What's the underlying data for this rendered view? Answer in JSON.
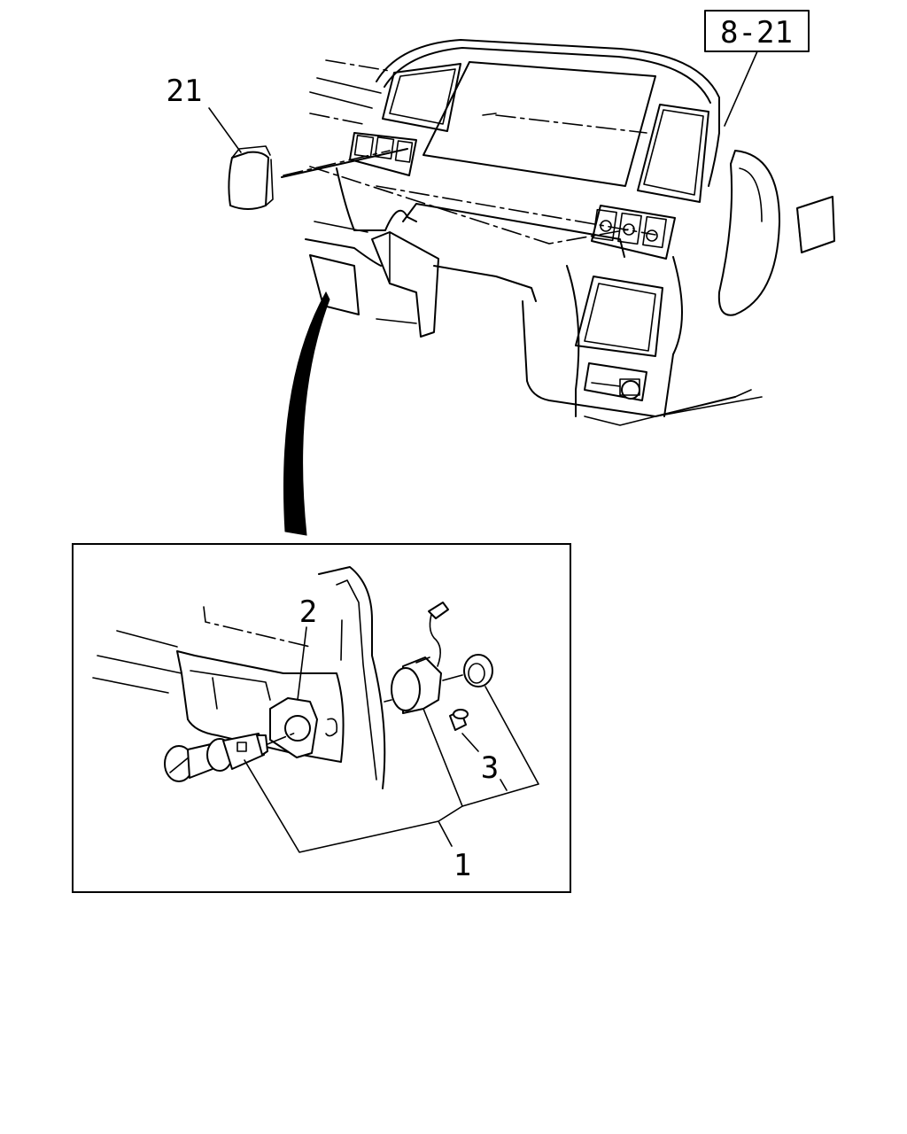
{
  "figure_ref": "8-21",
  "callouts": {
    "c21": "21",
    "c2": "2",
    "c3": "3",
    "c1": "1"
  }
}
